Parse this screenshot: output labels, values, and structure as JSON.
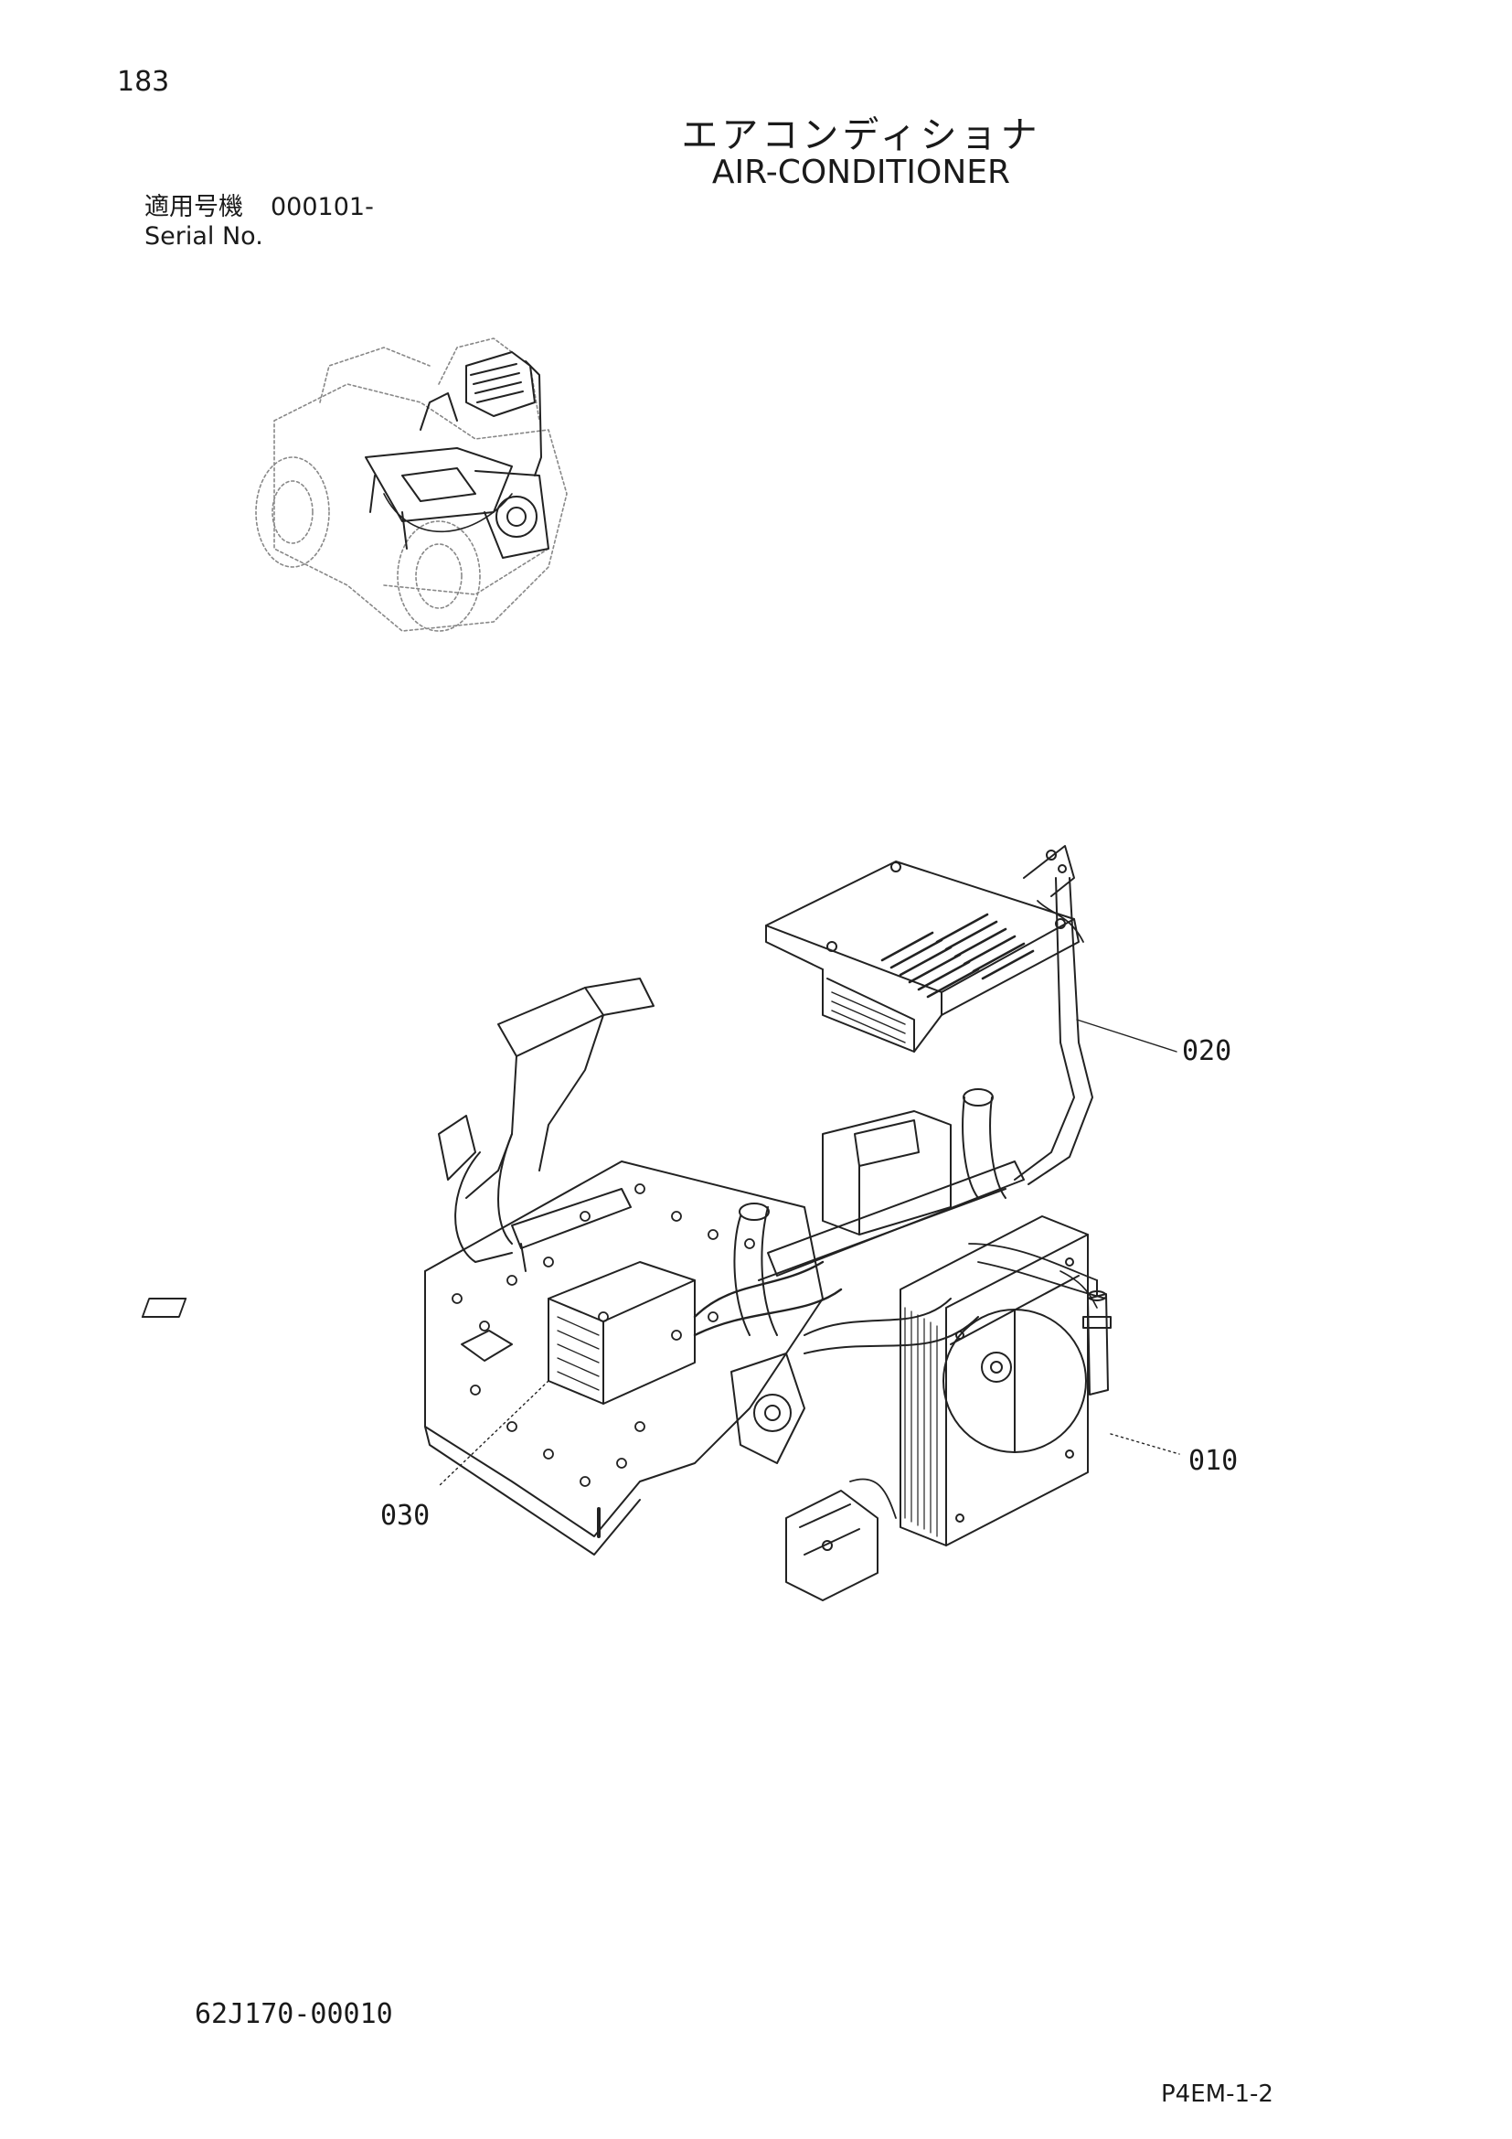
{
  "page_number": "183",
  "title_jp": "エアコンディショナ",
  "title_en": "AIR-CONDITIONER",
  "serial": {
    "label_jp": "適用号機",
    "value": "000101-",
    "label_en": "Serial No."
  },
  "callouts": {
    "c010": "010",
    "c020": "020",
    "c030": "030"
  },
  "drawing_number": "62J170-00010",
  "page_code": "P4EM-1-2"
}
